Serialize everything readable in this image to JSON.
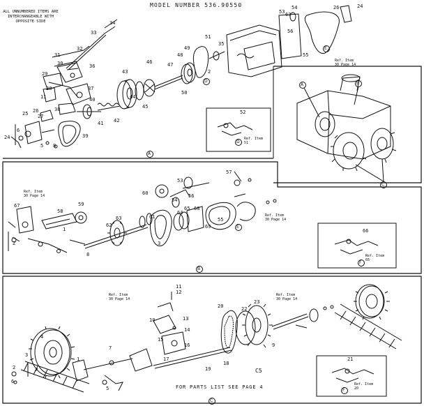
{
  "title": "MODEL NUMBER   536.90550",
  "note": "ALL UNNUMBERED ITEMS ARE INTERCHANGEABLE WITH OPPOSITE SIDE",
  "footer": "FOR PARTS LIST SEE PAGE 4",
  "page_code": "C5",
  "section_a": {
    "parts": [
      "33",
      "34",
      "32",
      "31",
      "30",
      "36",
      "29",
      "37",
      "28",
      "38",
      "11",
      "39",
      "27",
      "40",
      "26",
      "41",
      "25",
      "42",
      "43",
      "44",
      "45",
      "46",
      "47",
      "48",
      "49",
      "50",
      "51",
      "52",
      "24",
      "6",
      "5",
      "8",
      "2",
      "35",
      "53",
      "54",
      "55",
      "56",
      "63",
      "26",
      "24"
    ],
    "callouts": [
      "A",
      "B",
      "C",
      "D"
    ]
  },
  "section_b": {
    "parts": [
      "57",
      "58",
      "59",
      "60",
      "61",
      "62",
      "63",
      "64",
      "65",
      "66",
      "67",
      "68",
      "69",
      "53",
      "54",
      "55",
      "56",
      "2",
      "8",
      "1",
      "3"
    ],
    "callouts": [
      "B",
      "E",
      "F"
    ]
  },
  "section_c": {
    "parts": [
      "11",
      "12",
      "10",
      "13",
      "14",
      "15",
      "16",
      "17",
      "18",
      "19",
      "20",
      "21",
      "22",
      "23",
      "9",
      "7",
      "4",
      "1",
      "2",
      "5",
      "6",
      "3"
    ],
    "callouts": [
      "C",
      "F"
    ]
  },
  "ref_labels": {
    "a1": "Ref. Item 30 Page 14",
    "a2": "Ref. Item 51",
    "b1": "Ref. Item 30 Page 14",
    "b2": "Ref. Item 30 Page 14",
    "b3": "Ref. Item 65",
    "c1": "Ref. Item 30 Page 14",
    "c2": "Ref. Item 30 Page 14",
    "c3": "Ref. Item 20"
  },
  "inset_labels": {
    "A": "A",
    "B": "B",
    "C": "C"
  },
  "section_markers": [
    "A",
    "B",
    "C"
  ]
}
